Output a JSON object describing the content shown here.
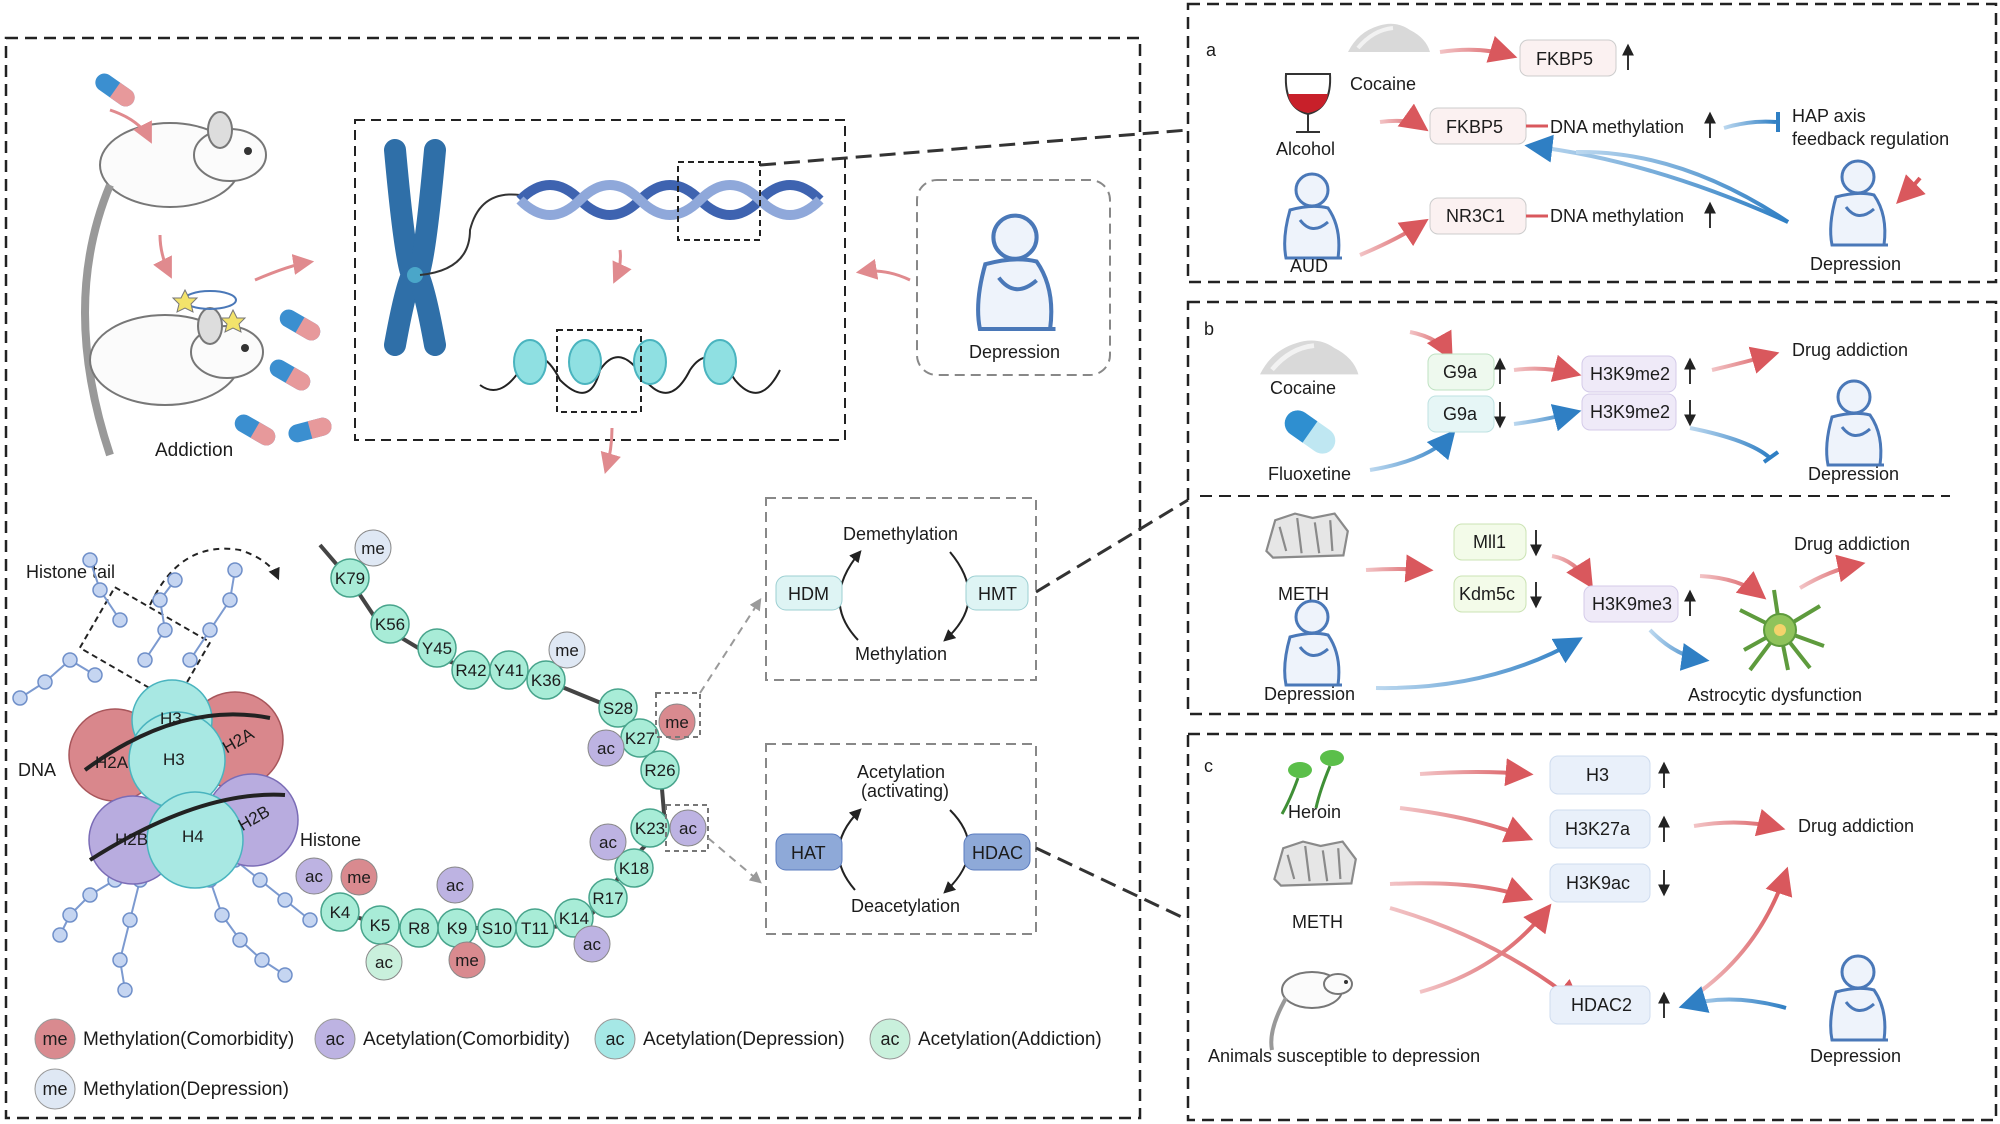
{
  "main_panel": {
    "addiction_label": "Addiction",
    "depression_label": "Depression",
    "histone_tail_label": "Histone tail",
    "dna_label": "DNA",
    "histone_label": "Histone",
    "core_histones": [
      "H2A",
      "H3",
      "H2A",
      "H2B",
      "H4",
      "H2B",
      "H3"
    ],
    "cycle_methylation": {
      "top": "Demethylation",
      "bottom": "Methylation",
      "left": "HDM",
      "right": "HMT"
    },
    "cycle_acetylation": {
      "top": "Acetylation",
      "top2": "(activating)",
      "bottom": "Deacetylation",
      "left": "HAT",
      "right": "HDAC"
    },
    "residues": [
      "K79",
      "K56",
      "Y45",
      "R42",
      "Y41",
      "K36",
      "S28",
      "K27",
      "R26",
      "K23",
      "K18",
      "R17",
      "K14",
      "T11",
      "S10",
      "K9",
      "R8",
      "K5",
      "K4"
    ],
    "marks": [
      "me",
      "me",
      "me",
      "ac",
      "ac",
      "ac",
      "ac",
      "ac",
      "me",
      "ac",
      "ac",
      "me"
    ],
    "legend": [
      {
        "tag": "me",
        "label": "Methylation(Comorbidity)",
        "color": "#d98a8f"
      },
      {
        "tag": "ac",
        "label": "Acetylation(Comorbidity)",
        "color": "#bdb3e2"
      },
      {
        "tag": "ac",
        "label": "Acetylation(Depression)",
        "color": "#a6e8e6"
      },
      {
        "tag": "ac",
        "label": "Acetylation(Addiction)",
        "color": "#c9f0dc"
      },
      {
        "tag": "me",
        "label": "Methylation(Depression)",
        "color": "#dfe8f4"
      }
    ]
  },
  "panel_a": {
    "letter": "a",
    "cocaine": "Cocaine",
    "alcohol": "Alcohol",
    "aud": "AUD",
    "depression": "Depression",
    "box1": "FKBP5",
    "box2": "FKBP5",
    "box3": "NR3C1",
    "meth1": "DNA methylation",
    "meth2": "DNA methylation",
    "hap1": "HAP axis",
    "hap2": "feedback  regulation"
  },
  "panel_b": {
    "letter": "b",
    "cocaine": "Cocaine",
    "fluoxetine": "Fluoxetine",
    "g9a_1": "G9a",
    "g9a_2": "G9a",
    "h3k9me2_1": "H3K9me2",
    "h3k9me2_2": "H3K9me2",
    "drug_addiction_1": "Drug addiction",
    "depression_1": "Depression",
    "meth": "METH",
    "depression_2": "Depression",
    "mll1": "Mll1",
    "kdm5c": "Kdm5c",
    "h3k9me3": "H3K9me3",
    "drug_addiction_2": "Drug addiction",
    "astro": "Astrocytic dysfunction"
  },
  "panel_c": {
    "letter": "c",
    "heroin": "Heroin",
    "meth": "METH",
    "animals": "Animals susceptible to depression",
    "h3": "H3",
    "h3k27a": "H3K27a",
    "h3k9ac": "H3K9ac",
    "hdac2": "HDAC2",
    "drug_addiction": "Drug addiction",
    "depression": "Depression"
  }
}
